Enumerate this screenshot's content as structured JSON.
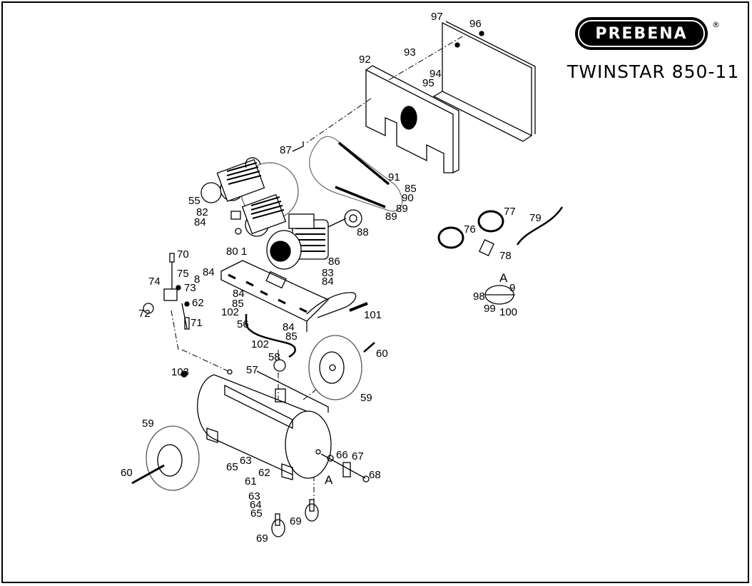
{
  "header": {
    "brand": "PREBENA",
    "registered_mark": "®",
    "model": "TWINSTAR 850-11"
  },
  "detail_marker": "A",
  "part_labels": [
    {
      "id": "p97",
      "text": "97"
    },
    {
      "id": "p96",
      "text": "96"
    },
    {
      "id": "p93",
      "text": "93"
    },
    {
      "id": "p92",
      "text": "92"
    },
    {
      "id": "p94",
      "text": "94"
    },
    {
      "id": "p95",
      "text": "95"
    },
    {
      "id": "p87",
      "text": "87"
    },
    {
      "id": "p91",
      "text": "91"
    },
    {
      "id": "p85a",
      "text": "85"
    },
    {
      "id": "p90",
      "text": "90"
    },
    {
      "id": "p89a",
      "text": "89"
    },
    {
      "id": "p89b",
      "text": "89"
    },
    {
      "id": "p88",
      "text": "88"
    },
    {
      "id": "p55",
      "text": "55"
    },
    {
      "id": "p82",
      "text": "82"
    },
    {
      "id": "p84a",
      "text": "84"
    },
    {
      "id": "p80",
      "text": "80"
    },
    {
      "id": "p1",
      "text": "1"
    },
    {
      "id": "p86",
      "text": "86"
    },
    {
      "id": "p83",
      "text": "83"
    },
    {
      "id": "p84b",
      "text": "84"
    },
    {
      "id": "p70",
      "text": "70"
    },
    {
      "id": "p75",
      "text": "75"
    },
    {
      "id": "p74",
      "text": "74"
    },
    {
      "id": "p8",
      "text": "8"
    },
    {
      "id": "p84c",
      "text": "84"
    },
    {
      "id": "p73",
      "text": "73"
    },
    {
      "id": "p62a",
      "text": "62"
    },
    {
      "id": "p72",
      "text": "72"
    },
    {
      "id": "p84d",
      "text": "84"
    },
    {
      "id": "p85b",
      "text": "85"
    },
    {
      "id": "p102a",
      "text": "102"
    },
    {
      "id": "p56",
      "text": "56"
    },
    {
      "id": "p71",
      "text": "71"
    },
    {
      "id": "p101",
      "text": "101"
    },
    {
      "id": "p84e",
      "text": "84"
    },
    {
      "id": "p85c",
      "text": "85"
    },
    {
      "id": "p102b",
      "text": "102"
    },
    {
      "id": "p58",
      "text": "58"
    },
    {
      "id": "p60a",
      "text": "60"
    },
    {
      "id": "p103",
      "text": "103"
    },
    {
      "id": "p57",
      "text": "57"
    },
    {
      "id": "p59a",
      "text": "59"
    },
    {
      "id": "p59b",
      "text": "59"
    },
    {
      "id": "p60b",
      "text": "60"
    },
    {
      "id": "p65a",
      "text": "65"
    },
    {
      "id": "p63a",
      "text": "63"
    },
    {
      "id": "p62b",
      "text": "62"
    },
    {
      "id": "p61",
      "text": "61"
    },
    {
      "id": "p66",
      "text": "66"
    },
    {
      "id": "p67",
      "text": "67"
    },
    {
      "id": "p68",
      "text": "68"
    },
    {
      "id": "p63b",
      "text": "63"
    },
    {
      "id": "p64",
      "text": "64"
    },
    {
      "id": "p65b",
      "text": "65"
    },
    {
      "id": "p69a",
      "text": "69"
    },
    {
      "id": "p69b",
      "text": "69"
    },
    {
      "id": "p76",
      "text": "76"
    },
    {
      "id": "p77",
      "text": "77"
    },
    {
      "id": "p79",
      "text": "79"
    },
    {
      "id": "p78",
      "text": "78"
    },
    {
      "id": "p98",
      "text": "98"
    },
    {
      "id": "p9",
      "text": "9"
    },
    {
      "id": "p99",
      "text": "99"
    },
    {
      "id": "p100",
      "text": "100"
    }
  ]
}
